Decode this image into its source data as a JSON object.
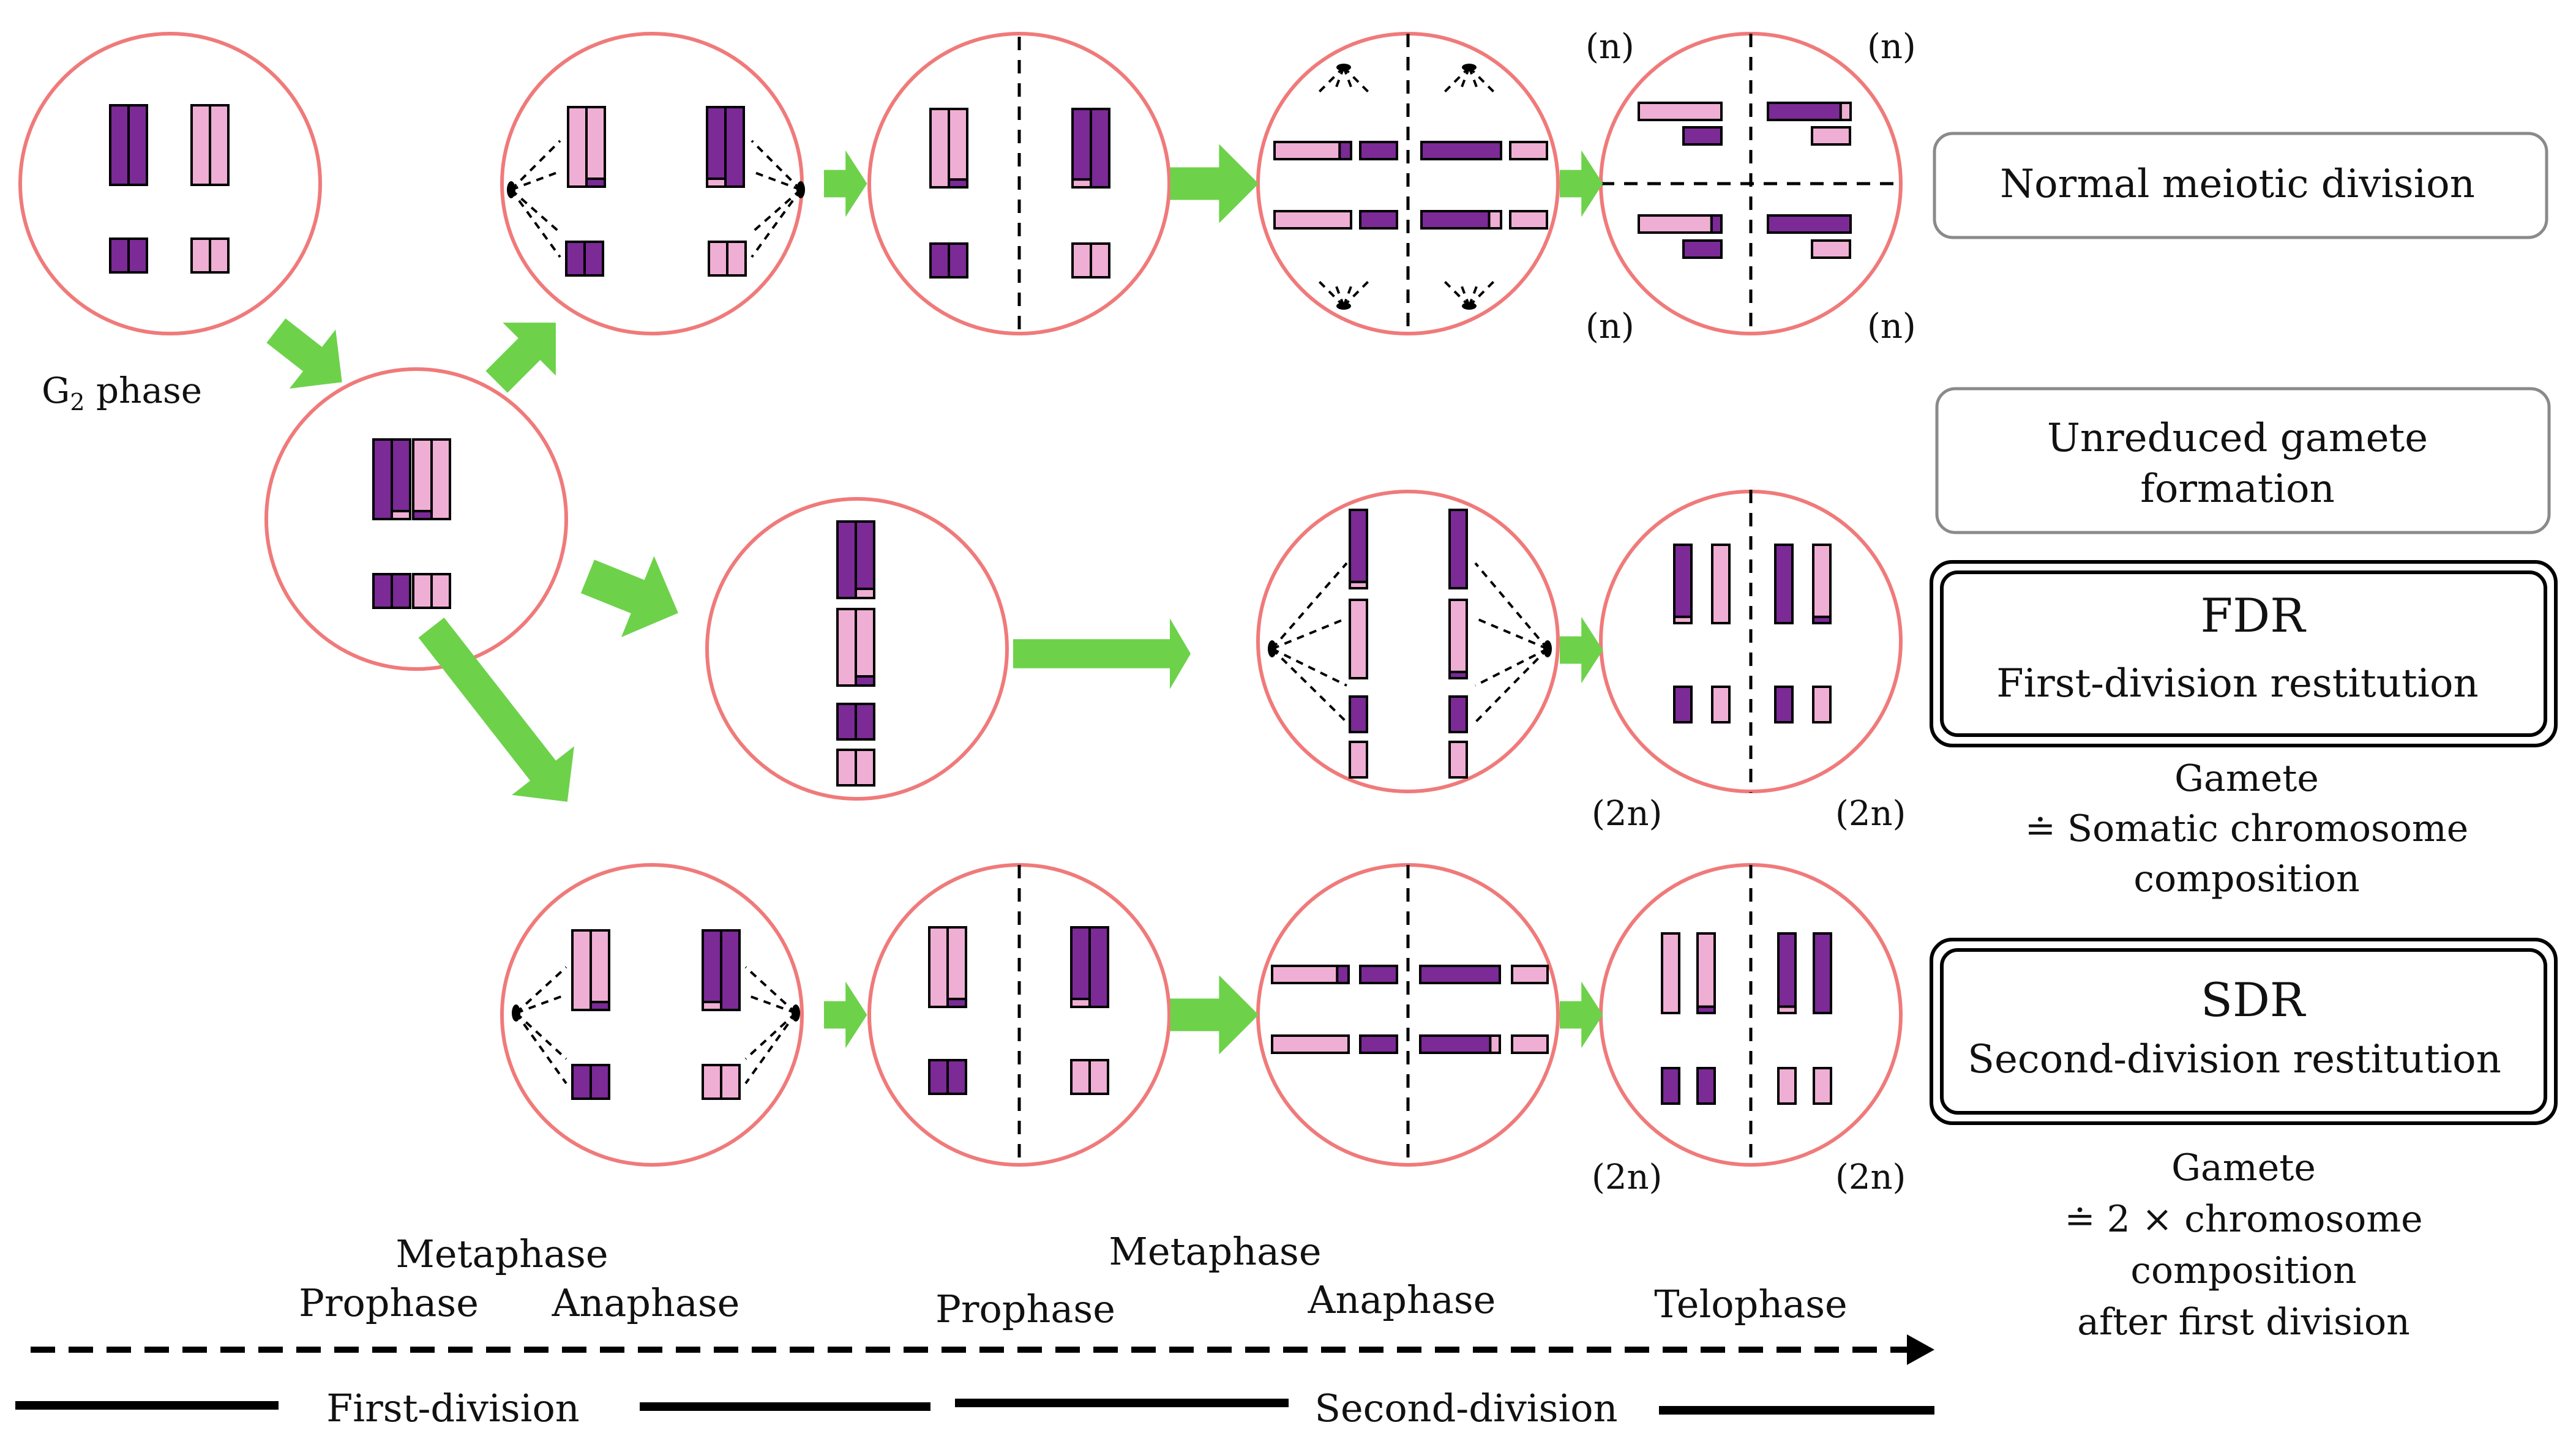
{
  "labels": {
    "g2_letter": "G",
    "g2_sub": "2",
    "g2_rest": " phase",
    "n": "(n)",
    "two_n": "(2n)"
  },
  "boxes": {
    "normal": "Normal meiotic division",
    "unreduced_line1": "Unreduced gamete",
    "unreduced_line2": "formation",
    "fdr_title": "FDR",
    "fdr_sub": "First-division restitution",
    "sdr_title": "SDR",
    "sdr_sub": "Second-division restitution"
  },
  "notes": {
    "fdr": [
      "Gamete",
      "≐ Somatic chromosome",
      "composition"
    ],
    "sdr": [
      "Gamete",
      "≐ 2 × chromosome",
      "composition",
      "after first division"
    ]
  },
  "timeline": {
    "first_metaphase": "Metaphase",
    "first_prophase": "Prophase",
    "first_anaphase": "Anaphase",
    "second_prophase": "Prophase",
    "second_metaphase": "Metaphase",
    "second_anaphase": "Anaphase",
    "telophase": "Telophase",
    "first_division": "First-division",
    "second_division": "Second-division"
  },
  "colors": {
    "dark": "#7b2a96",
    "light": "#efaed3",
    "cell": "#f07a7a",
    "arrow": "#6dd24a"
  }
}
